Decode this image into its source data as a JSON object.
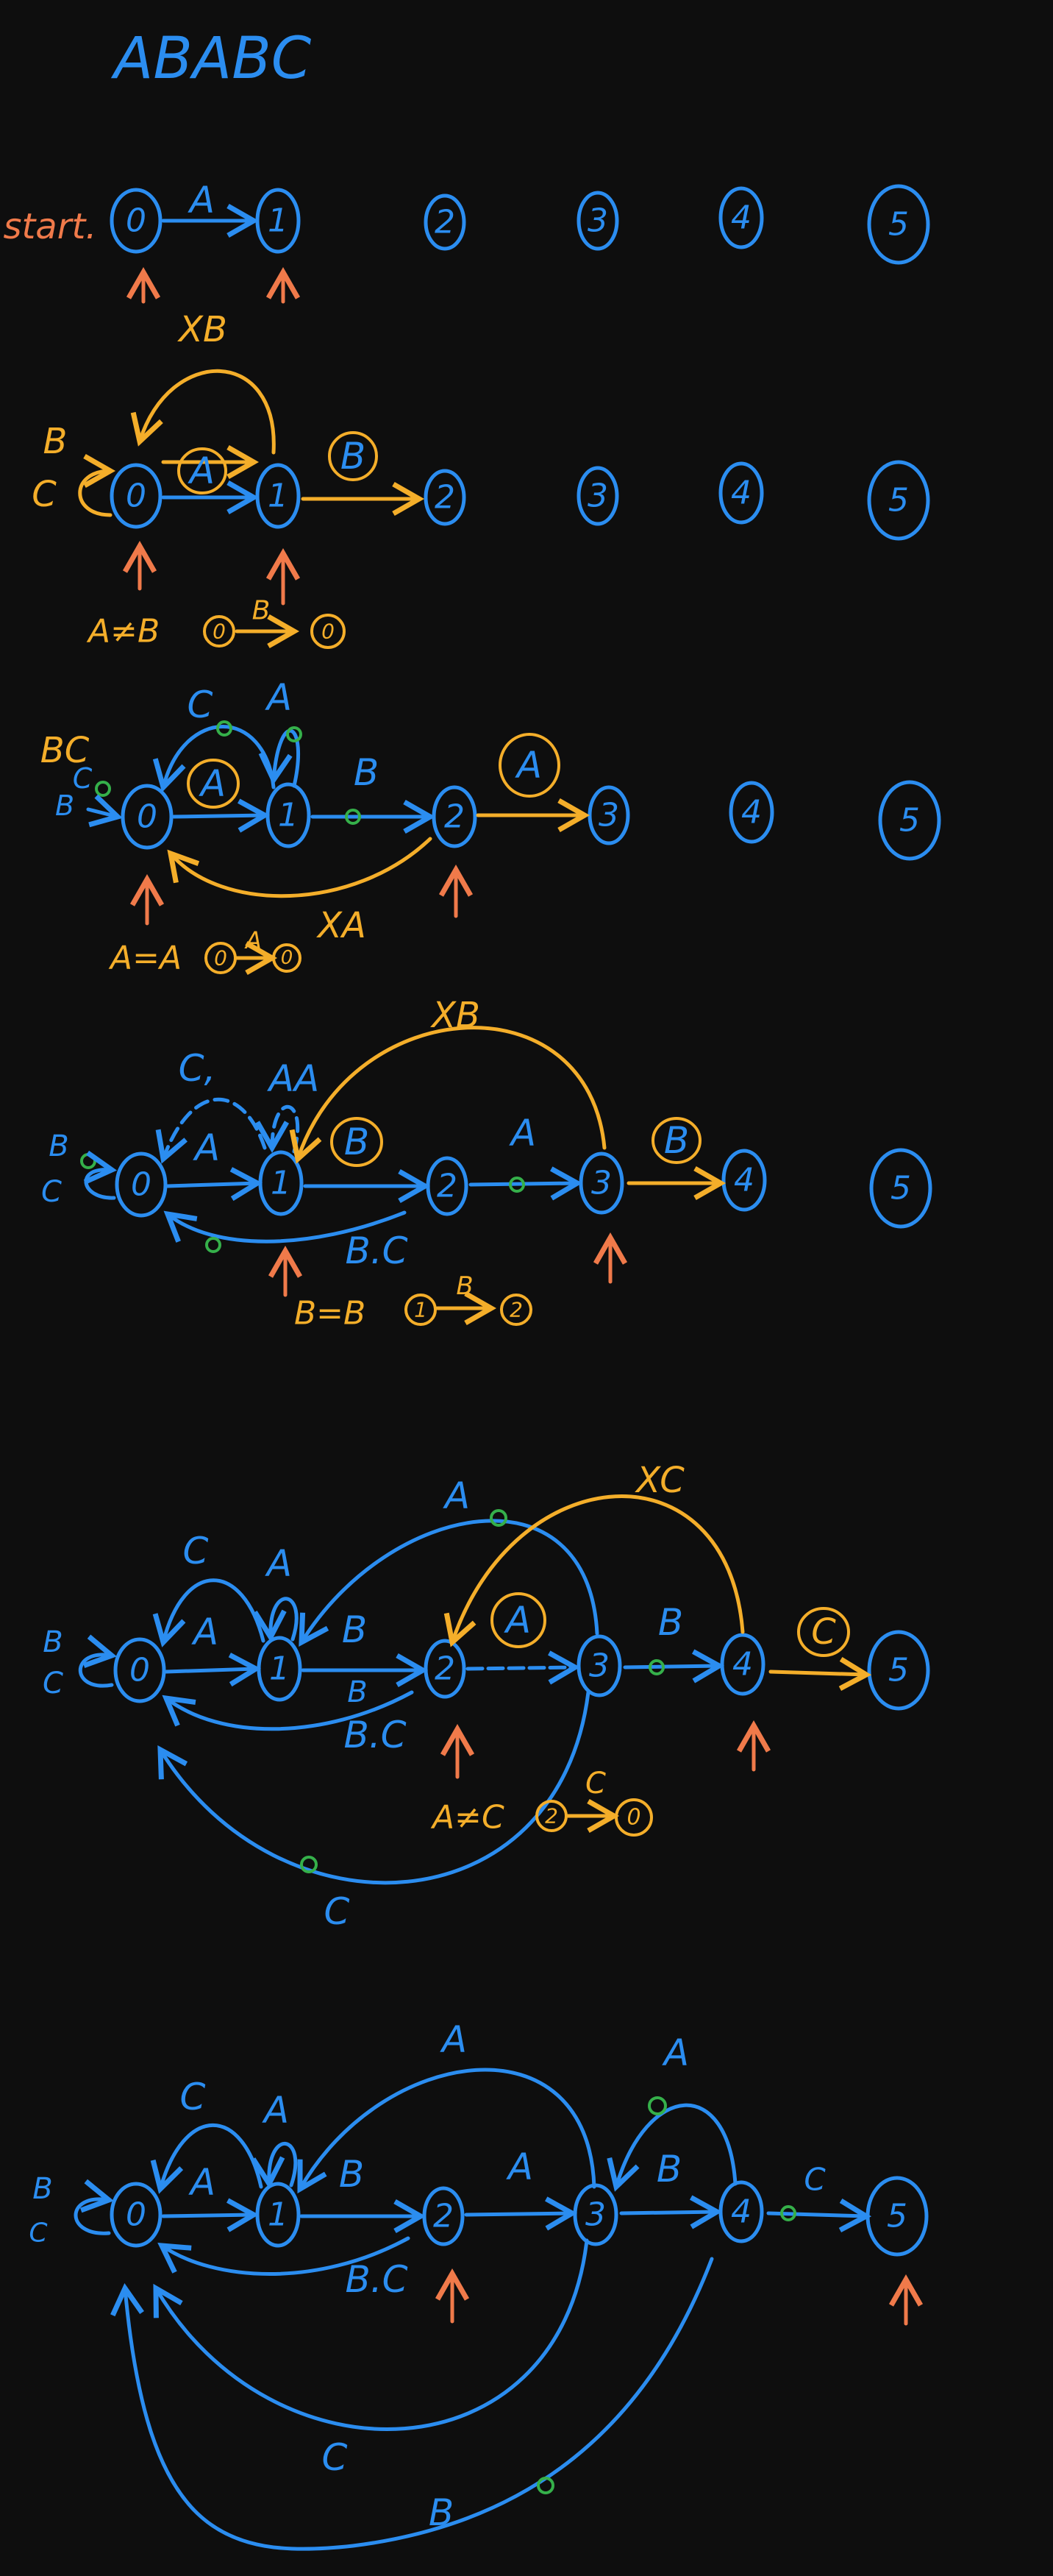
{
  "title": "ABABC",
  "start_label": "start.",
  "colors": {
    "background": "#0e0e0e",
    "blue": "#2b8df0",
    "yellow": "#f4ae2a",
    "orange": "#f07a4a",
    "green": "#35b04a"
  },
  "node_labels": [
    "0",
    "1",
    "2",
    "3",
    "4",
    "5"
  ],
  "stages": {
    "s1": {
      "edge_A": "A"
    },
    "s2": {
      "self_B": "B",
      "self_C": "C",
      "edge_A": "A",
      "edge_B_circled": "B",
      "fail_XB": "XB",
      "note_neq": "A≠B",
      "note_from": "0",
      "note_sym": "B",
      "note_to": "0"
    },
    "s3": {
      "self_BC": "BC",
      "self_B": "B",
      "self_C": "C",
      "loop_C": "C",
      "loop_A": "A",
      "edge_A_circled": "A",
      "edge_B": "B",
      "edge_A2_circled": "A",
      "fail_XA": "XA",
      "note_eq": "A=A",
      "note_from": "0",
      "note_sym": "A",
      "note_to": "0"
    },
    "s4": {
      "self_B": "B",
      "self_C": "C",
      "loop_C": "C,",
      "loop_AA": "AA",
      "edge_A": "A",
      "edge_B_circled": "B",
      "edge_A2": "A",
      "edge_B2_circled": "B",
      "back_BC": "B.C",
      "fail_XB": "XB",
      "note_eq": "B=B",
      "note_from": "1",
      "note_sym": "B",
      "note_to": "2"
    },
    "s5": {
      "self_B": "B",
      "self_C": "C",
      "loop_C": "C",
      "loop_A": "A",
      "edge_A": "A",
      "edge_B": "B",
      "edge_A2_circled": "A",
      "edge_B2": "B",
      "edge_C_circled": "C",
      "back_B": "B",
      "back_BC": "B.C",
      "arc_A": "A",
      "fail_XC": "XC",
      "arc_C": "C",
      "note_neq": "A≠C",
      "note_from": "2",
      "note_sym": "C",
      "note_to": "0"
    },
    "s6": {
      "self_B": "B",
      "self_C": "C",
      "loop_C": "C",
      "loop_A": "A",
      "edge_A": "A",
      "edge_B": "B",
      "edge_A2": "A",
      "edge_B2": "B",
      "edge_C": "C",
      "back_BC": "B.C",
      "arc_A": "A",
      "arc_A2": "A",
      "arc_C": "C",
      "arc_B": "B"
    }
  }
}
